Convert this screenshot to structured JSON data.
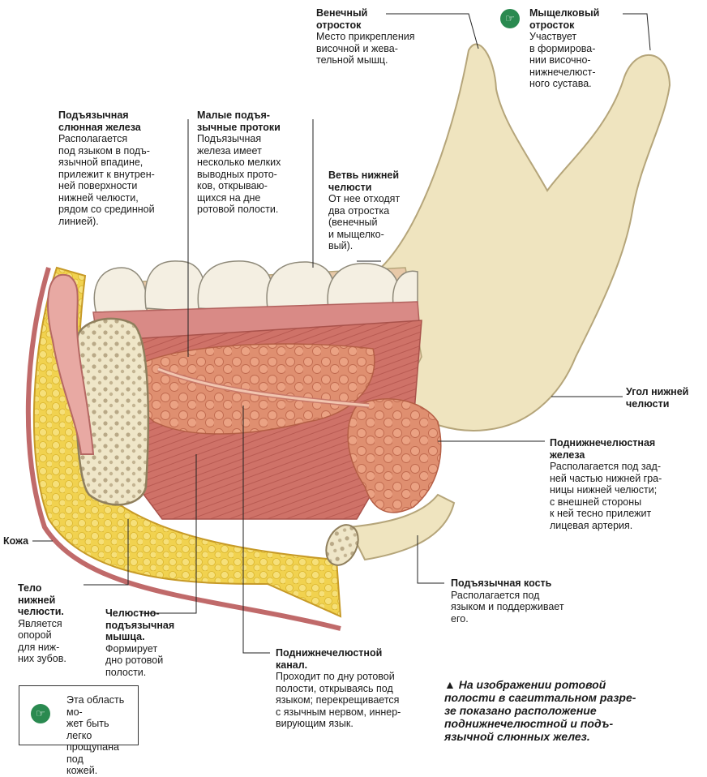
{
  "labels": {
    "venechny": {
      "title": "Венечный\nотросток",
      "desc": "Место прикрепления\nвисочной и жева-\nтельной мышц."
    },
    "myshchelkovy": {
      "title": "Мыщелковый\nотросток",
      "desc": "Участвует\nв формирова-\nнии височно-\nнижнечелюст-\nного сустава."
    },
    "podyazychnaya_zheleza": {
      "title": "Подъязычная\nслюнная железа",
      "desc": "Располагается\nпод языком в подъ-\nязычной впадине,\nприлежит к внутрен-\nней поверхности\nнижней челюсти,\nрядом со срединной\nлинией)."
    },
    "malye_protoki": {
      "title": "Малые подъя-\nзычные протоки",
      "desc": "Подъязычная\nжелеза имеет\nнесколько мелких\nвыводных прото-\nков, открываю-\nщихся на дне\nротовой полости."
    },
    "vetv": {
      "title": "Ветвь нижней\nчелюсти",
      "desc": "От нее отходят\nдва отростка\n(венечный\nи мыщелко-\nвый)."
    },
    "ugol": {
      "title": "Угол нижней\nчелюсти",
      "desc": ""
    },
    "podnizhnechelyustnaya_zheleza": {
      "title": "Поднижнечелюстная\nжелеза",
      "desc": "Располагается под зад-\nней частью нижней гра-\nницы нижней челюсти;\nс внешней стороны\nк ней тесно прилежит\nлицевая артерия."
    },
    "kozha": {
      "title": "Кожа",
      "desc": ""
    },
    "telo": {
      "title": "Тело\nнижней\nчелюсти.",
      "desc": "Является\nопорой\nдля ниж-\nних зубов."
    },
    "myshtsa": {
      "title": "Челюстно-\nподъязычная\nмышца.",
      "desc": "Формирует\nдно ротовой\nполости."
    },
    "kanal": {
      "title": "Поднижнечелюстной\nканал.",
      "desc": "Проходит по дну ротовой\nполости, открываясь под\nязыком; перекрещивается\nс язычным нервом, иннер-\nвирующим язык."
    },
    "podyazychnaya_kost": {
      "title": "Подъязычная кость",
      "desc": "Располагается под\nязыком и поддерживает\nего."
    }
  },
  "caption": "▲ На изображении ротовой\nполости в сагиттальном разре-\nзе показано расположение\nподнижнечелюстной и подъ-\nязычной слюнных желез.",
  "note": {
    "text": "Эта область мо-\nжет быть легко\nпрощупана под\nкожей.",
    "icon": "pointing-hand-icon"
  },
  "colors": {
    "bone": "#efe4bf",
    "muscle": "#c96a62",
    "gland": "#e19070",
    "fat": "#f0cf4a",
    "icon_green": "#2a8a50"
  }
}
